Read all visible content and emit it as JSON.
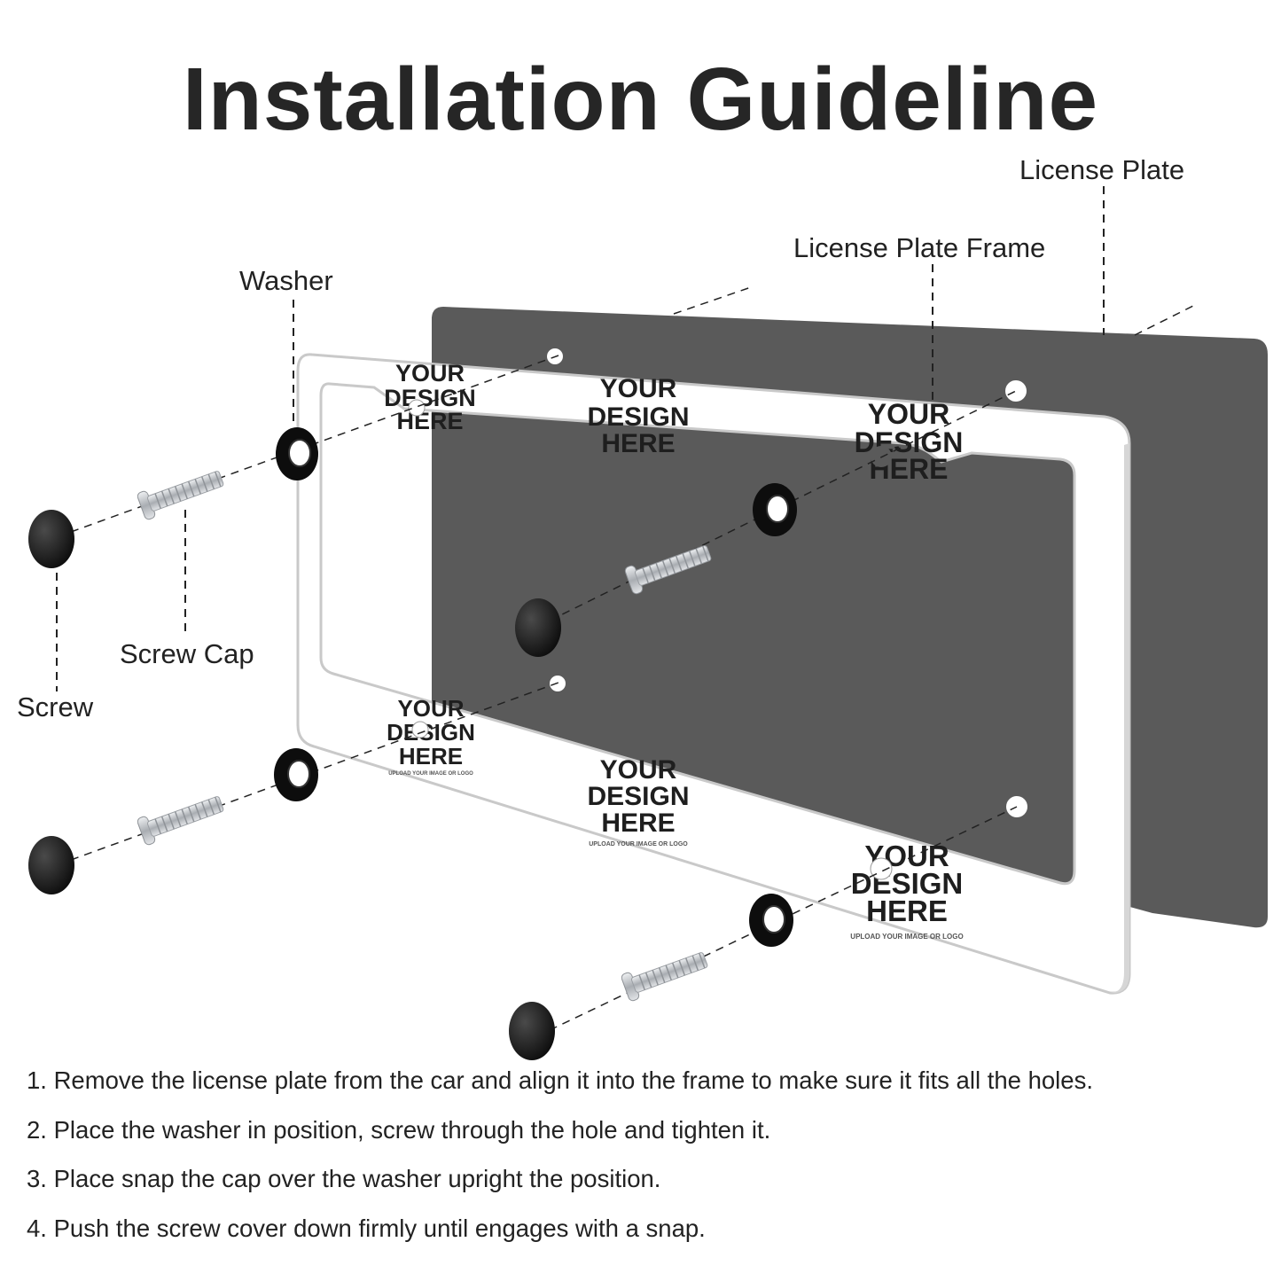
{
  "title": "Installation Guideline",
  "labels": {
    "license_plate": "License Plate",
    "license_plate_frame": "License Plate Frame",
    "washer": "Washer",
    "screw_cap": "Screw Cap",
    "screw": "Screw"
  },
  "frame_print": {
    "line1": "YOUR",
    "line2": "DESIGN",
    "line3": "HERE",
    "subline": "UPLOAD YOUR IMAGE OR LOGO"
  },
  "steps": [
    "1. Remove the license plate from the car and align it into the frame to make sure it fits all the holes.",
    "2. Place the washer in position, screw through the hole and tighten it.",
    "3. Place snap the cap over the washer upright the position.",
    "4. Push the screw cover down firmly until engages with a snap."
  ],
  "colors": {
    "plate": "#5a5a5a",
    "frame": "#ffffff",
    "frame_edge": "#c9c9c9",
    "hardware": "#111111",
    "screw": "#b8bcc0"
  },
  "icons": [
    "washer-icon",
    "screw-icon",
    "screw-cap-icon"
  ]
}
